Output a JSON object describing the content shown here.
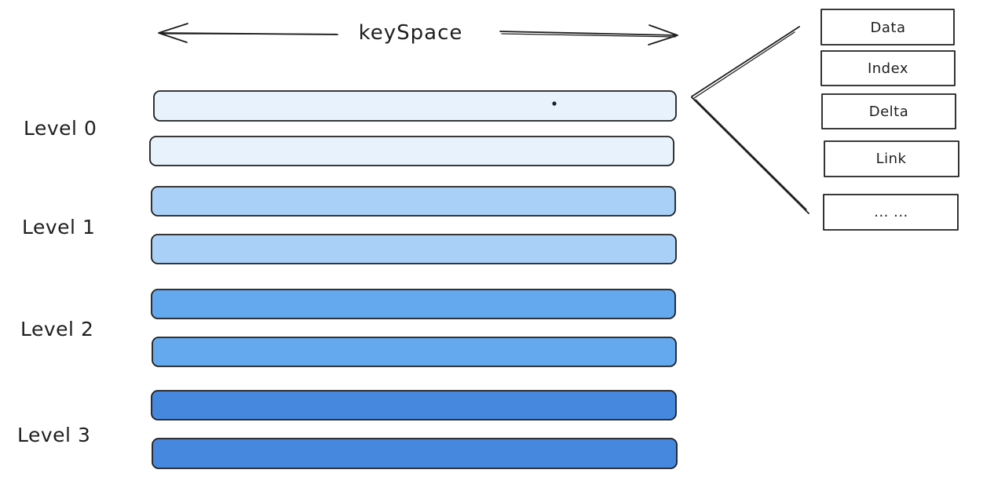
{
  "keyspace_label": "keySpace",
  "levels": [
    {
      "label": "Level 0",
      "color": "#e7f2fc",
      "runs": 2
    },
    {
      "label": "Level 1",
      "color": "#a9d1f7",
      "runs": 2
    },
    {
      "label": "Level 2",
      "color": "#64a8ee",
      "runs": 2
    },
    {
      "label": "Level 3",
      "color": "#4588de",
      "runs": 2
    }
  ],
  "sstable_blocks": [
    {
      "label": "Data"
    },
    {
      "label": "Index"
    },
    {
      "label": "Delta"
    },
    {
      "label": "Link"
    },
    {
      "label": "... ..."
    }
  ],
  "stroke_color": "#1e1e1e"
}
